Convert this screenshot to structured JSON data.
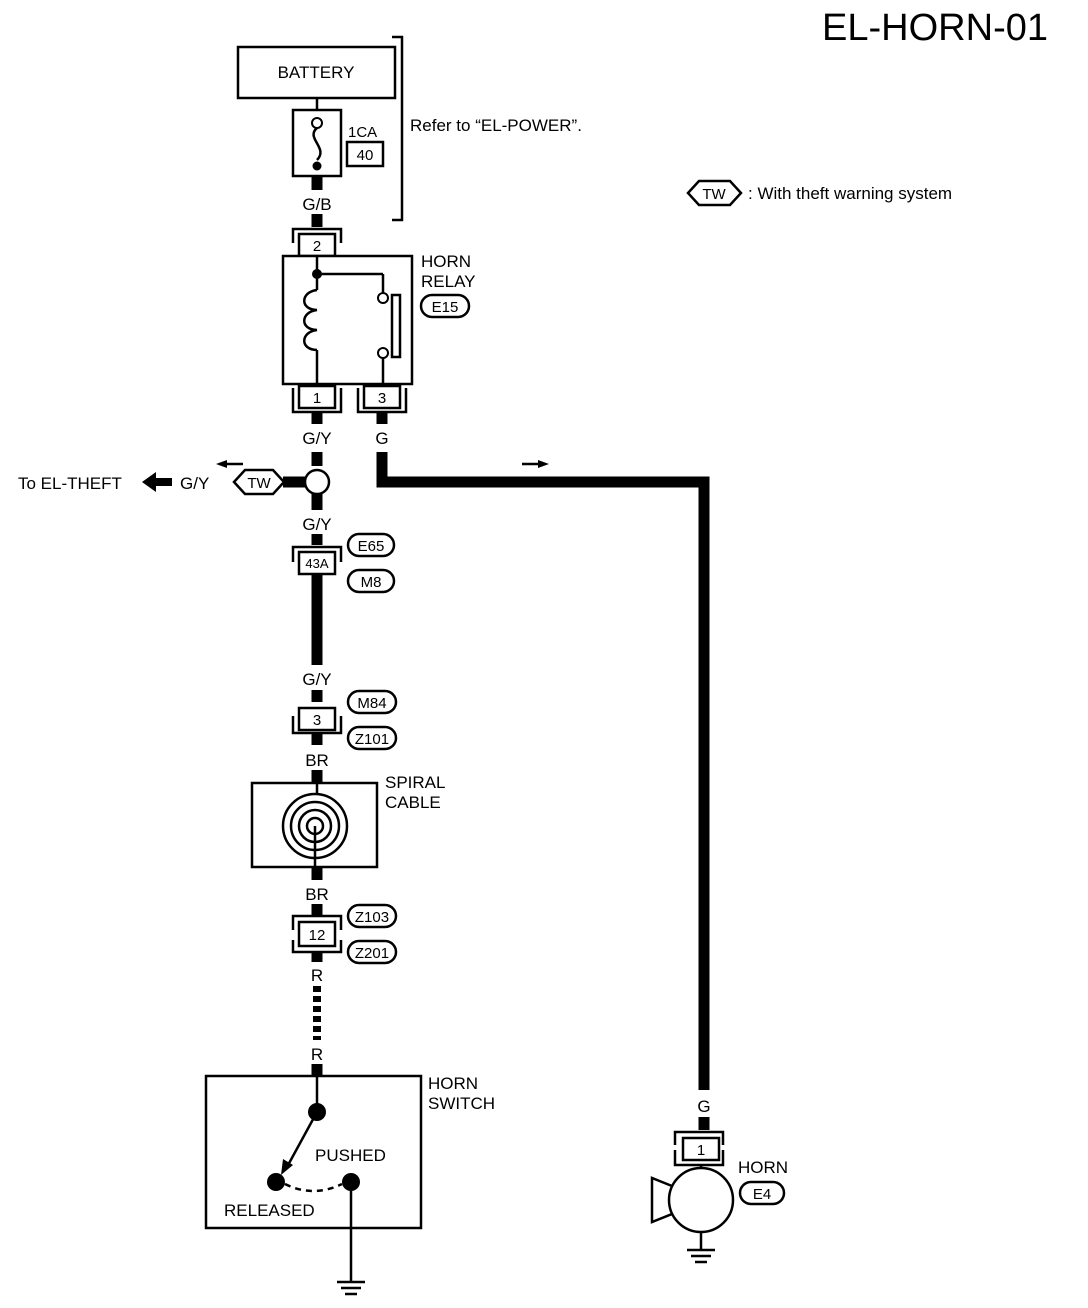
{
  "title": "EL-HORN-01",
  "battery": {
    "label": "BATTERY"
  },
  "fuse": {
    "name": "1CA",
    "rating": "40"
  },
  "refer_note": "Refer to “EL-POWER”.",
  "legend": {
    "tag": "TW",
    "text": ": With theft warning system"
  },
  "horn_relay": {
    "label_line1": "HORN",
    "label_line2": "RELAY",
    "connector": "E15",
    "pin_top": "2",
    "pin_left": "1",
    "pin_right": "3"
  },
  "wire_colors": {
    "battery_to_relay": "G/B",
    "relay_pin1": "G/Y",
    "relay_pin3": "G",
    "to_theft": "G/Y",
    "below_junction": "G/Y",
    "above_m84": "G/Y",
    "below_m84": "BR",
    "below_spiral": "BR",
    "below_z103": "R",
    "above_switch": "R",
    "horn_input": "G"
  },
  "to_theft": {
    "label": "To EL-THEFT",
    "tag": "TW"
  },
  "connectors": {
    "c43a": {
      "pin": "43A",
      "tag1": "E65",
      "tag2": "M8"
    },
    "c3": {
      "pin": "3",
      "tag1": "M84",
      "tag2": "Z101"
    },
    "c12": {
      "pin": "12",
      "tag1": "Z103",
      "tag2": "Z201"
    }
  },
  "spiral_cable": {
    "label_line1": "SPIRAL",
    "label_line2": "CABLE"
  },
  "horn_switch": {
    "label_line1": "HORN",
    "label_line2": "SWITCH",
    "pushed": "PUSHED",
    "released": "RELEASED"
  },
  "horn": {
    "label": "HORN",
    "connector": "E4",
    "pin": "1"
  }
}
